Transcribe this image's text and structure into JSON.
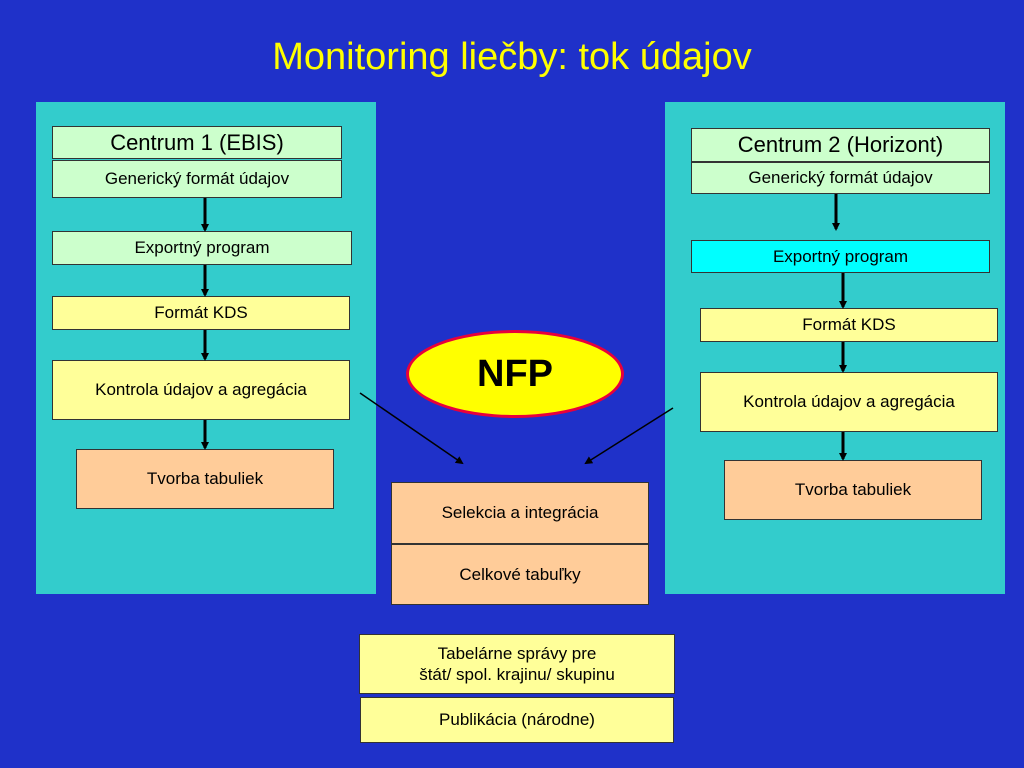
{
  "title": "Monitoring liečby: tok údajov",
  "left": {
    "header": "Centrum 1 (EBIS)",
    "generic": "Generický formát údajov",
    "export": "Exportný program",
    "format": "Formát KDS",
    "control": "Kontrola údajov a agregácia",
    "tables": "Tvorba tabuliek"
  },
  "right": {
    "header": "Centrum 2 (Horizont)",
    "generic": "Generický formát údajov",
    "export": "Exportný program",
    "format": "Formát KDS",
    "control": "Kontrola údajov a agregácia",
    "tables": "Tvorba tabuliek"
  },
  "center": {
    "nfp": "NFP",
    "selection": "Selekcia a integrácia",
    "totals": "Celkové tabuľky"
  },
  "bottom": {
    "reports_line1": "Tabelárne správy pre",
    "reports_line2": "štát/ spol. krajinu/ skupinu",
    "publication": "Publikácia (národne)"
  },
  "colors": {
    "background": "#1f31c9",
    "panel": "#33cccc",
    "title": "#ffff00",
    "nfp_border": "#e8003c"
  }
}
